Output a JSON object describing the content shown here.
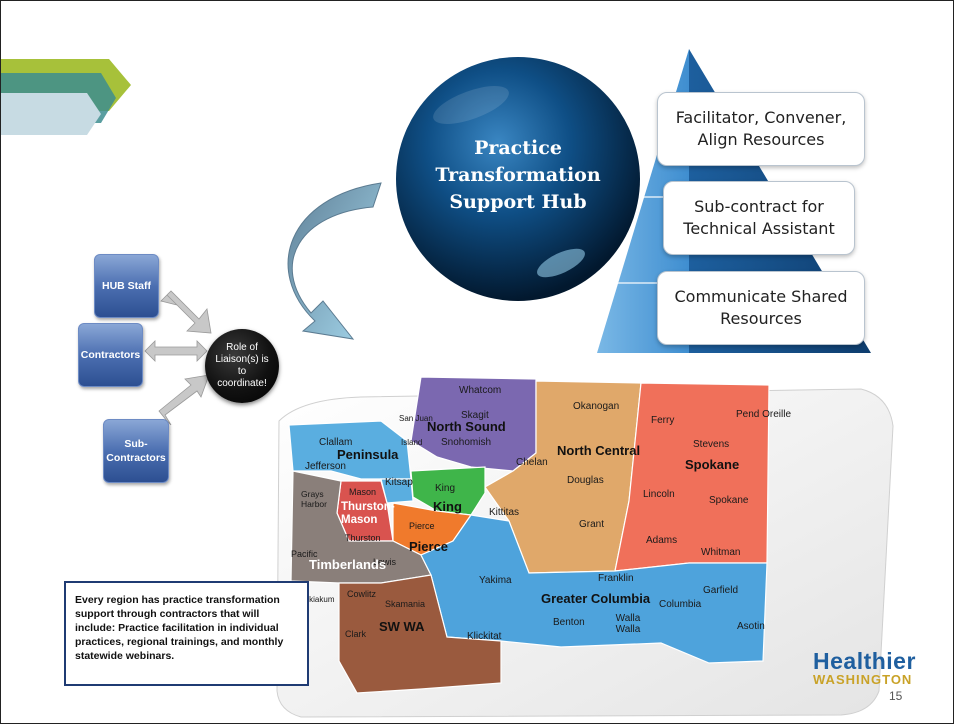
{
  "hub": {
    "title_lines": [
      "Practice",
      "Transformation",
      "Support Hub"
    ]
  },
  "pyramid": {
    "items": [
      "Facilitator, Convener, Align Resources",
      "Sub-contract for Technical Assistant",
      "Communicate Shared Resources"
    ]
  },
  "contributors": {
    "hub_staff": "HUB Staff",
    "contractors": "Contractors",
    "sub_contractors": "Sub-Contractors"
  },
  "liaison": {
    "text": "Role of Liaison(s) is to coordinate!"
  },
  "note": {
    "text": "Every region has practice transformation support through contractors that will include: Practice facilitation in individual practices, regional trainings, and monthly statewide webinars."
  },
  "map": {
    "regions": [
      "North Sound",
      "Peninsula",
      "North Central",
      "Spokane",
      "King",
      "Thurston-Mason",
      "Pierce",
      "Timberlands",
      "Greater Columbia",
      "SW WA"
    ],
    "counties": [
      "Whatcom",
      "Skagit",
      "San Juan",
      "Island",
      "Snohomish",
      "Clallam",
      "Jefferson",
      "Kitsap",
      "Okanogan",
      "Ferry",
      "Pend Oreille",
      "Stevens",
      "Chelan",
      "Douglas",
      "Lincoln",
      "Spokane",
      "King",
      "Grays Harbor",
      "Mason",
      "Kittitas",
      "Grant",
      "Adams",
      "Whitman",
      "Pierce",
      "Thurston",
      "Pacific",
      "Lewis",
      "Yakima",
      "Franklin",
      "Garfield",
      "Wahkiakum",
      "Cowlitz",
      "Skamania",
      "Columbia",
      "Benton",
      "Walla Walla",
      "Asotin",
      "Clark",
      "Klickitat"
    ]
  },
  "logo": {
    "line1": "Healthier",
    "line2": "WASHINGTON"
  },
  "page_number": "15",
  "colors": {
    "north_sound": "#7b68b0",
    "peninsula": "#5aaee0",
    "north_central": "#e0a86a",
    "spokane": "#f0705a",
    "king": "#3fb54a",
    "pierce": "#f07a2c",
    "thurston_mason": "#d9534f",
    "timberlands": "#8a7f7a",
    "greater_columbia": "#4ea3dc",
    "sw_wa": "#9a5a3e"
  }
}
